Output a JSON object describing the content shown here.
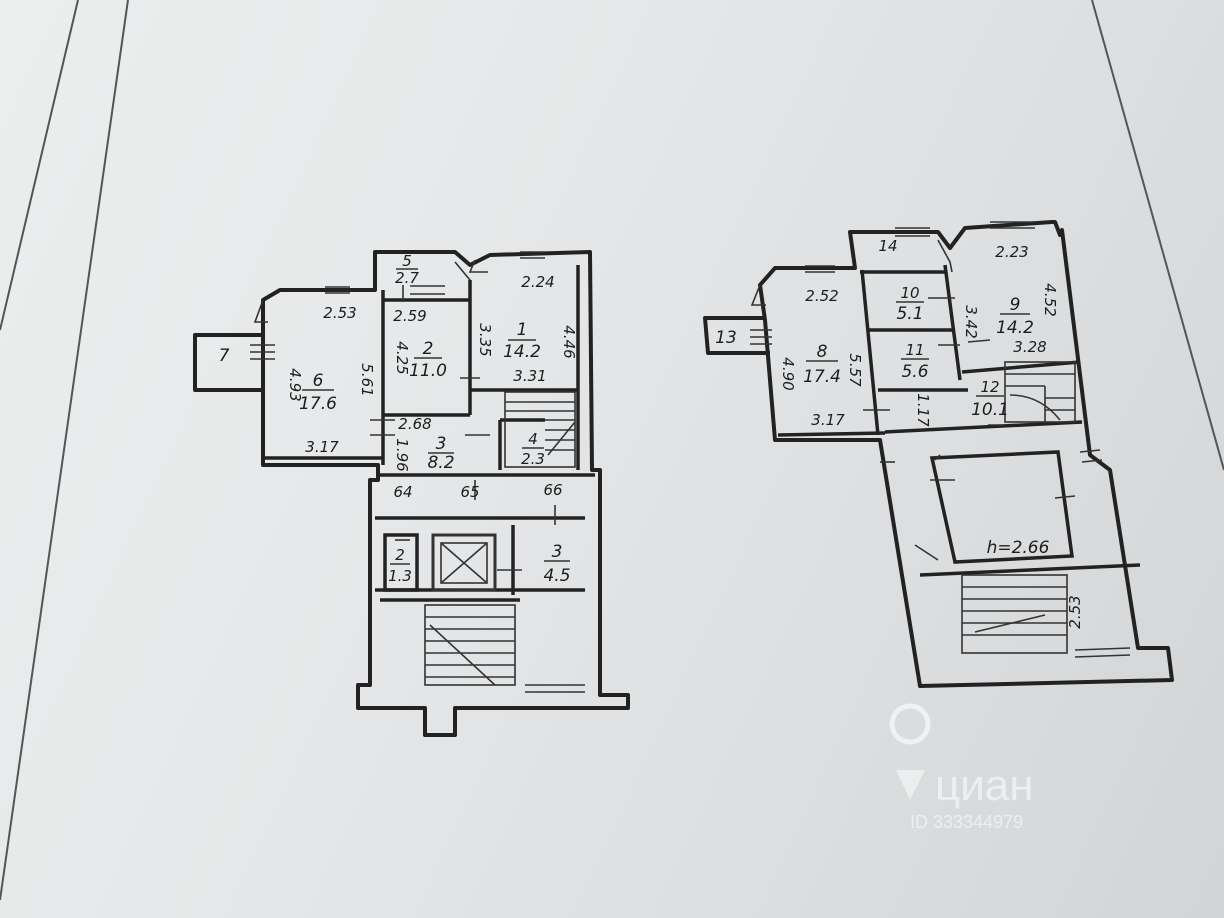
{
  "left_plan": {
    "rooms": [
      {
        "num": "1",
        "area": "14.2"
      },
      {
        "num": "2",
        "area": "11.0"
      },
      {
        "num": "3",
        "area": "8.2"
      },
      {
        "num": "4",
        "area": "2.3"
      },
      {
        "num": "5",
        "area": "2.7"
      },
      {
        "num": "6",
        "area": "17.6"
      },
      {
        "num": "7",
        "area": ""
      }
    ],
    "stair_rooms": [
      {
        "num": "2",
        "area": "1.3"
      },
      {
        "num": "3",
        "area": "4.5"
      }
    ],
    "dims": [
      "2.53",
      "2.59",
      "2.24",
      "4.93",
      "5.61",
      "4.25",
      "3.35",
      "4.46",
      "3.31",
      "3.17",
      "2.68",
      "1.96",
      "64",
      "65",
      "66"
    ]
  },
  "right_plan": {
    "rooms": [
      {
        "num": "8",
        "area": "17.4"
      },
      {
        "num": "9",
        "area": "14.2"
      },
      {
        "num": "10",
        "area": "5.1"
      },
      {
        "num": "11",
        "area": "5.6"
      },
      {
        "num": "12",
        "area": "10.1"
      },
      {
        "num": "13",
        "area": ""
      },
      {
        "num": "14",
        "area": ""
      }
    ],
    "dims": [
      "2.23",
      "2.52",
      "3.42",
      "4.52",
      "3.28",
      "4.90",
      "5.57",
      "3.17",
      "1.17",
      "2.53"
    ],
    "height_label": "h=2.66"
  },
  "watermark": {
    "brand": "циан",
    "id_text": "ID 333344979"
  }
}
